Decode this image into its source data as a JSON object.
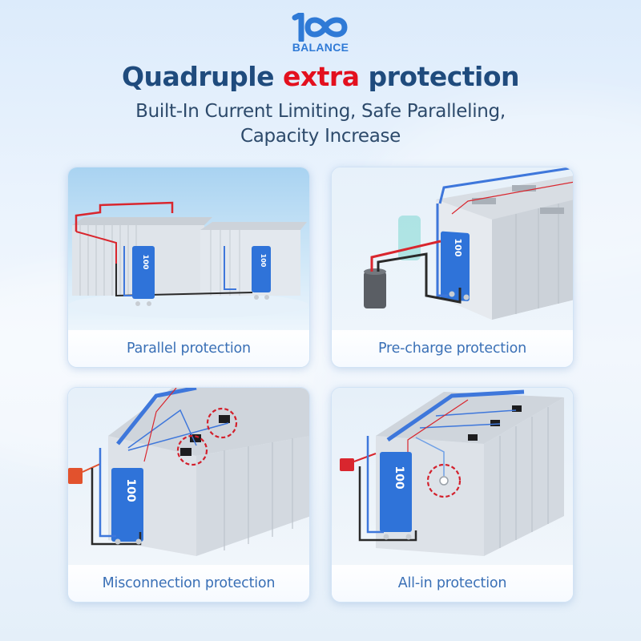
{
  "brand": {
    "logo_mark": "100",
    "logo_text": "BALANCE",
    "color": "#2f7ad6"
  },
  "header": {
    "title_part1": "Quadruple ",
    "title_accent": "extra",
    "title_part2": " protection",
    "title_color": "#1f4b7d",
    "accent_color": "#e3101e",
    "subtitle_line1": "Built-In Current Limiting, Safe Paralleling,",
    "subtitle_line2": "Capacity Increase"
  },
  "cards": [
    {
      "id": "parallel",
      "label": "Parallel protection",
      "scene": "two battery packs connected in parallel with BMS boards"
    },
    {
      "id": "precharge",
      "label": "Pre-charge protection",
      "scene": "battery pack with BMS board and pre-charge capacitor"
    },
    {
      "id": "misconnection",
      "label": "Misconnection protection",
      "scene": "battery pack with dashed red circles marking crossed wires"
    },
    {
      "id": "allin",
      "label": "All-in protection",
      "scene": "battery pack with dashed red circle marking ring terminal"
    }
  ],
  "colors": {
    "label_text": "#3a70b6",
    "bms_board": "#2f73d9",
    "wire_red": "#d9262e",
    "wire_black": "#2a2a2a",
    "highlight_circle": "#d3202c"
  }
}
